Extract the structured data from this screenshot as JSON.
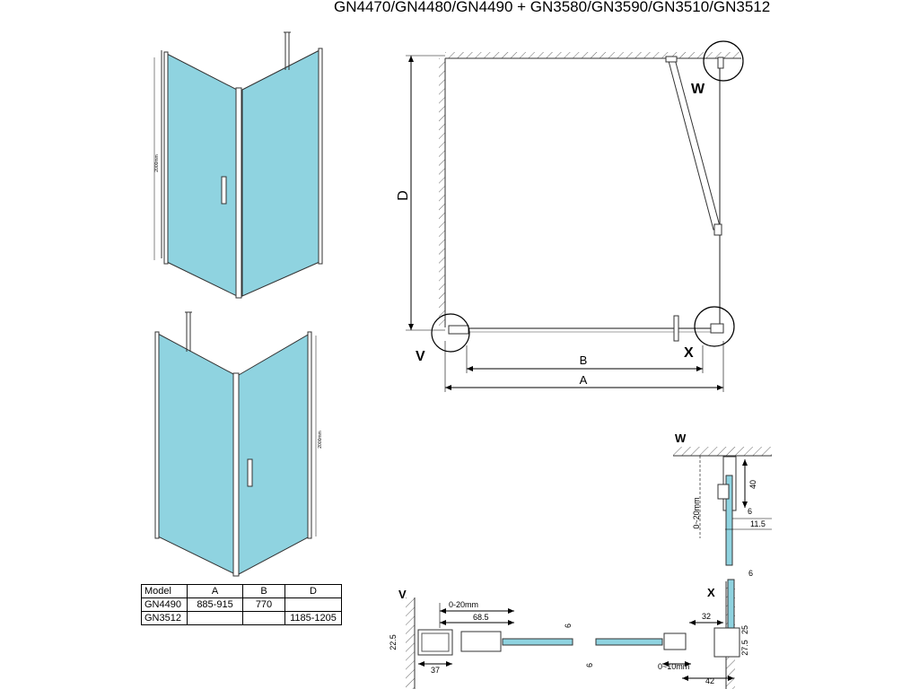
{
  "title": "GN4470/GN4480/GN4490 + GN3580/GN3590/GN3510/GN3512",
  "colors": {
    "glass": "#8fd3e0",
    "glass_light": "#c3ebf1",
    "line": "#333333"
  },
  "plan": {
    "dim_d": "D",
    "dim_b": "B",
    "dim_a": "A",
    "point_w": "W",
    "point_v": "V",
    "point_x": "X"
  },
  "elevations": {
    "height_top": "2000mm",
    "height_bottom": "2000mm"
  },
  "table": {
    "headers": [
      "Model",
      "A",
      "B",
      "D"
    ],
    "rows": [
      [
        "GN4490",
        "885-915",
        "770",
        ""
      ],
      [
        "GN3512",
        "",
        "",
        "1185-1205"
      ]
    ]
  },
  "detail_w": {
    "label": "W",
    "d_40": "40",
    "d_6": "6",
    "d_115": "11.5",
    "d_adj": "0~20mm"
  },
  "detail_v": {
    "label": "V",
    "d_adj": "0-20mm",
    "d_685": "68.5",
    "d_6": "6",
    "d_225": "22.5",
    "d_37": "37"
  },
  "detail_x": {
    "label": "X",
    "d_6_top": "6",
    "d_32": "32",
    "d_25": "25",
    "d_275": "27.5",
    "d_adj": "0~10mm",
    "d_42": "42",
    "d_6_side": "6"
  }
}
